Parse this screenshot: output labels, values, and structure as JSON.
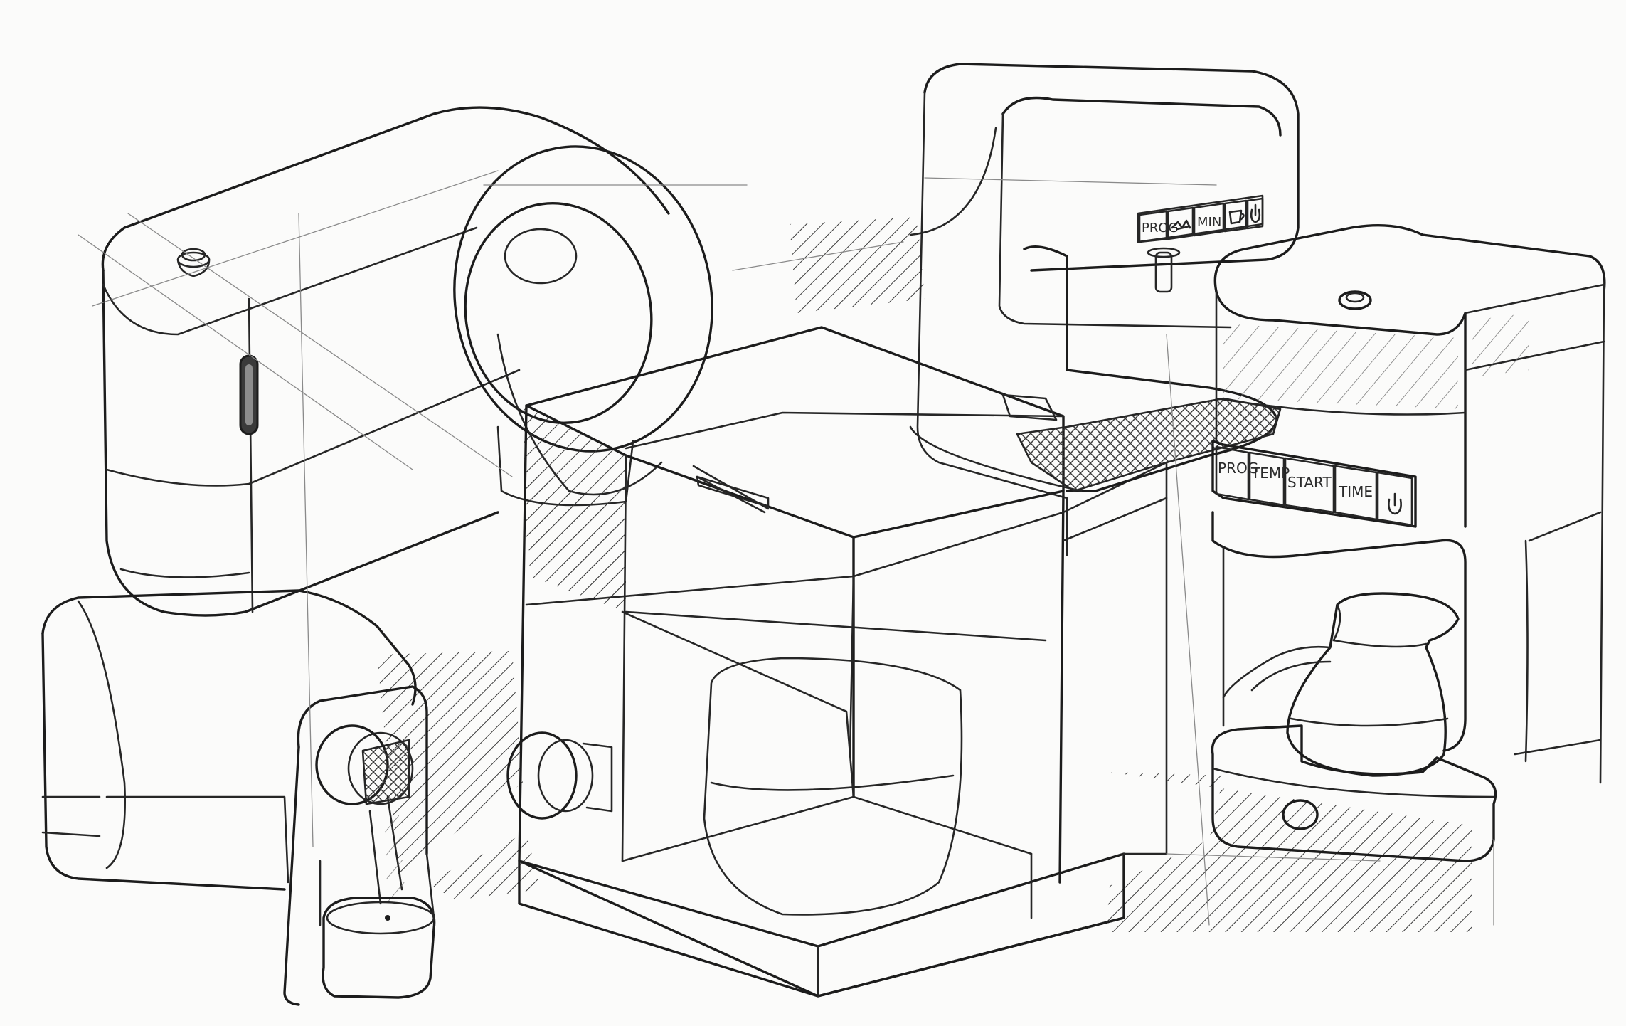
{
  "upper_panel_buttons": {
    "prog": "PROG",
    "min": "MIN"
  },
  "lower_panel_buttons": {
    "prog": "PROG",
    "temp": "TEMP",
    "start": "START",
    "time": "TIME"
  },
  "icons": [
    "grind-icon",
    "cup-icon",
    "power-icon",
    "power-icon"
  ],
  "colors": {
    "paper": "#fbfbfa",
    "ink": "#262626",
    "hatch": "#3a3a3a"
  }
}
